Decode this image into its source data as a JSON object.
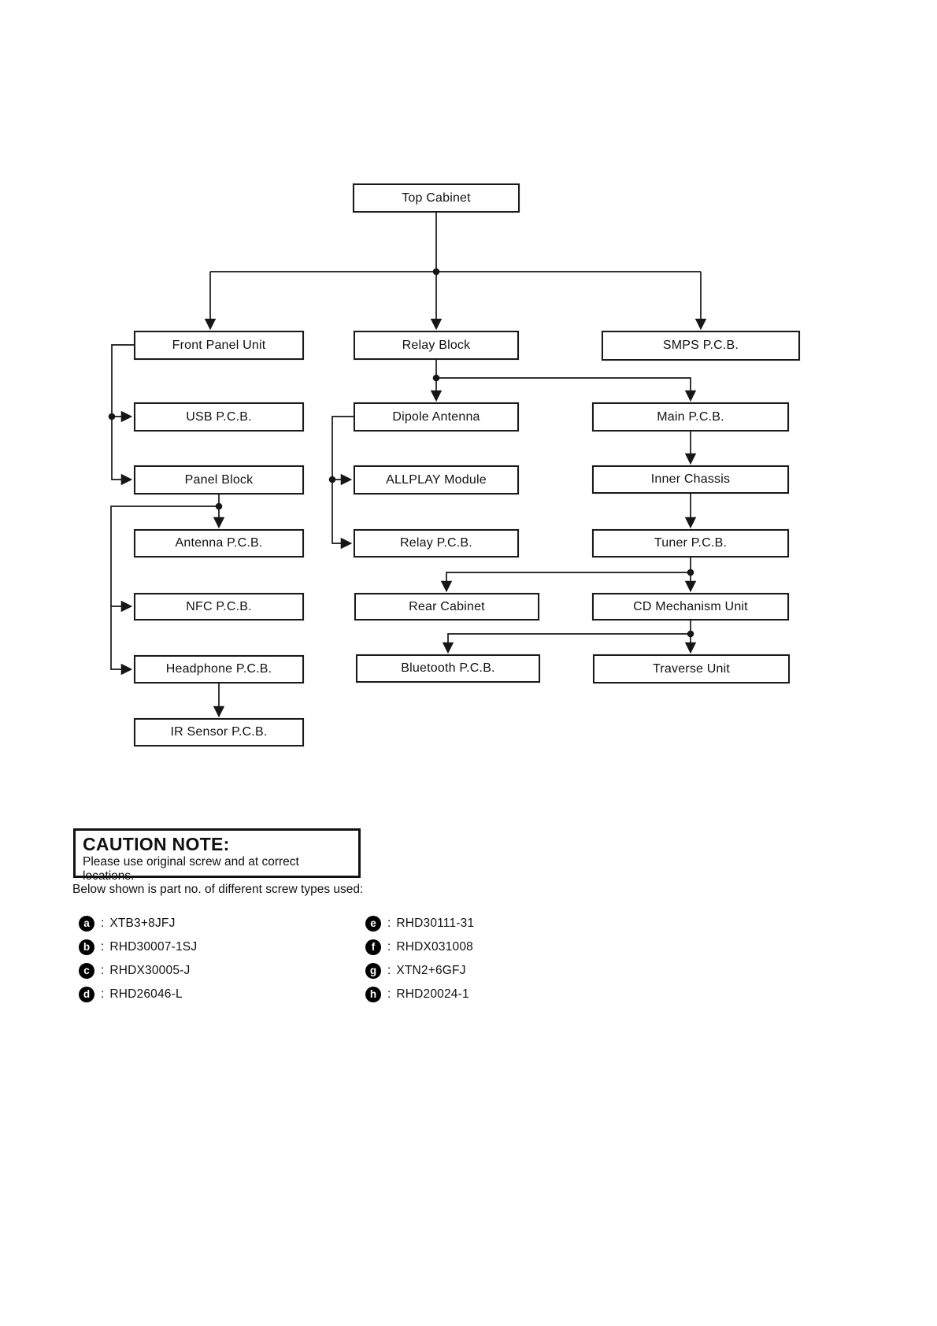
{
  "colors": {
    "line": "#161616",
    "box_border": "#1a1a1a",
    "text": "#111111",
    "badge_bg": "#000000",
    "badge_fg": "#ffffff"
  },
  "diagram": {
    "nodes": {
      "top_cabinet": {
        "label": "Top Cabinet"
      },
      "front_panel_unit": {
        "label": "Front Panel Unit"
      },
      "usb_pcb": {
        "label": "USB P.C.B."
      },
      "panel_block": {
        "label": "Panel Block"
      },
      "antenna_pcb": {
        "label": "Antenna P.C.B."
      },
      "nfc_pcb": {
        "label": "NFC P.C.B."
      },
      "headphone_pcb": {
        "label": "Headphone P.C.B."
      },
      "ir_sensor_pcb": {
        "label": "IR Sensor P.C.B."
      },
      "relay_block": {
        "label": "Relay Block"
      },
      "dipole_antenna": {
        "label": "Dipole Antenna"
      },
      "allplay_module": {
        "label": "ALLPLAY Module"
      },
      "relay_pcb": {
        "label": "Relay P.C.B."
      },
      "rear_cabinet": {
        "label": "Rear Cabinet"
      },
      "bluetooth_pcb": {
        "label": "Bluetooth P.C.B."
      },
      "smps_pcb": {
        "label": "SMPS P.C.B."
      },
      "main_pcb": {
        "label": "Main P.C.B."
      },
      "inner_chassis": {
        "label": "Inner Chassis"
      },
      "tuner_pcb": {
        "label": "Tuner P.C.B."
      },
      "cd_mechanism_unit": {
        "label": "CD Mechanism Unit"
      },
      "traverse_unit": {
        "label": "Traverse Unit"
      }
    }
  },
  "caution": {
    "title": "CAUTION NOTE:",
    "body": "Please use original screw and at correct locations.",
    "below_note": "Below shown is part no. of different screw types used:",
    "colon": ":",
    "screws_left": [
      {
        "key": "a",
        "part": "XTB3+8JFJ"
      },
      {
        "key": "b",
        "part": "RHD30007-1SJ"
      },
      {
        "key": "c",
        "part": "RHDX30005-J"
      },
      {
        "key": "d",
        "part": "RHD26046-L"
      }
    ],
    "screws_right": [
      {
        "key": "e",
        "part": "RHD30111-31"
      },
      {
        "key": "f",
        "part": "RHDX031008"
      },
      {
        "key": "g",
        "part": "XTN2+6GFJ"
      },
      {
        "key": "h",
        "part": "RHD20024-1"
      }
    ]
  }
}
